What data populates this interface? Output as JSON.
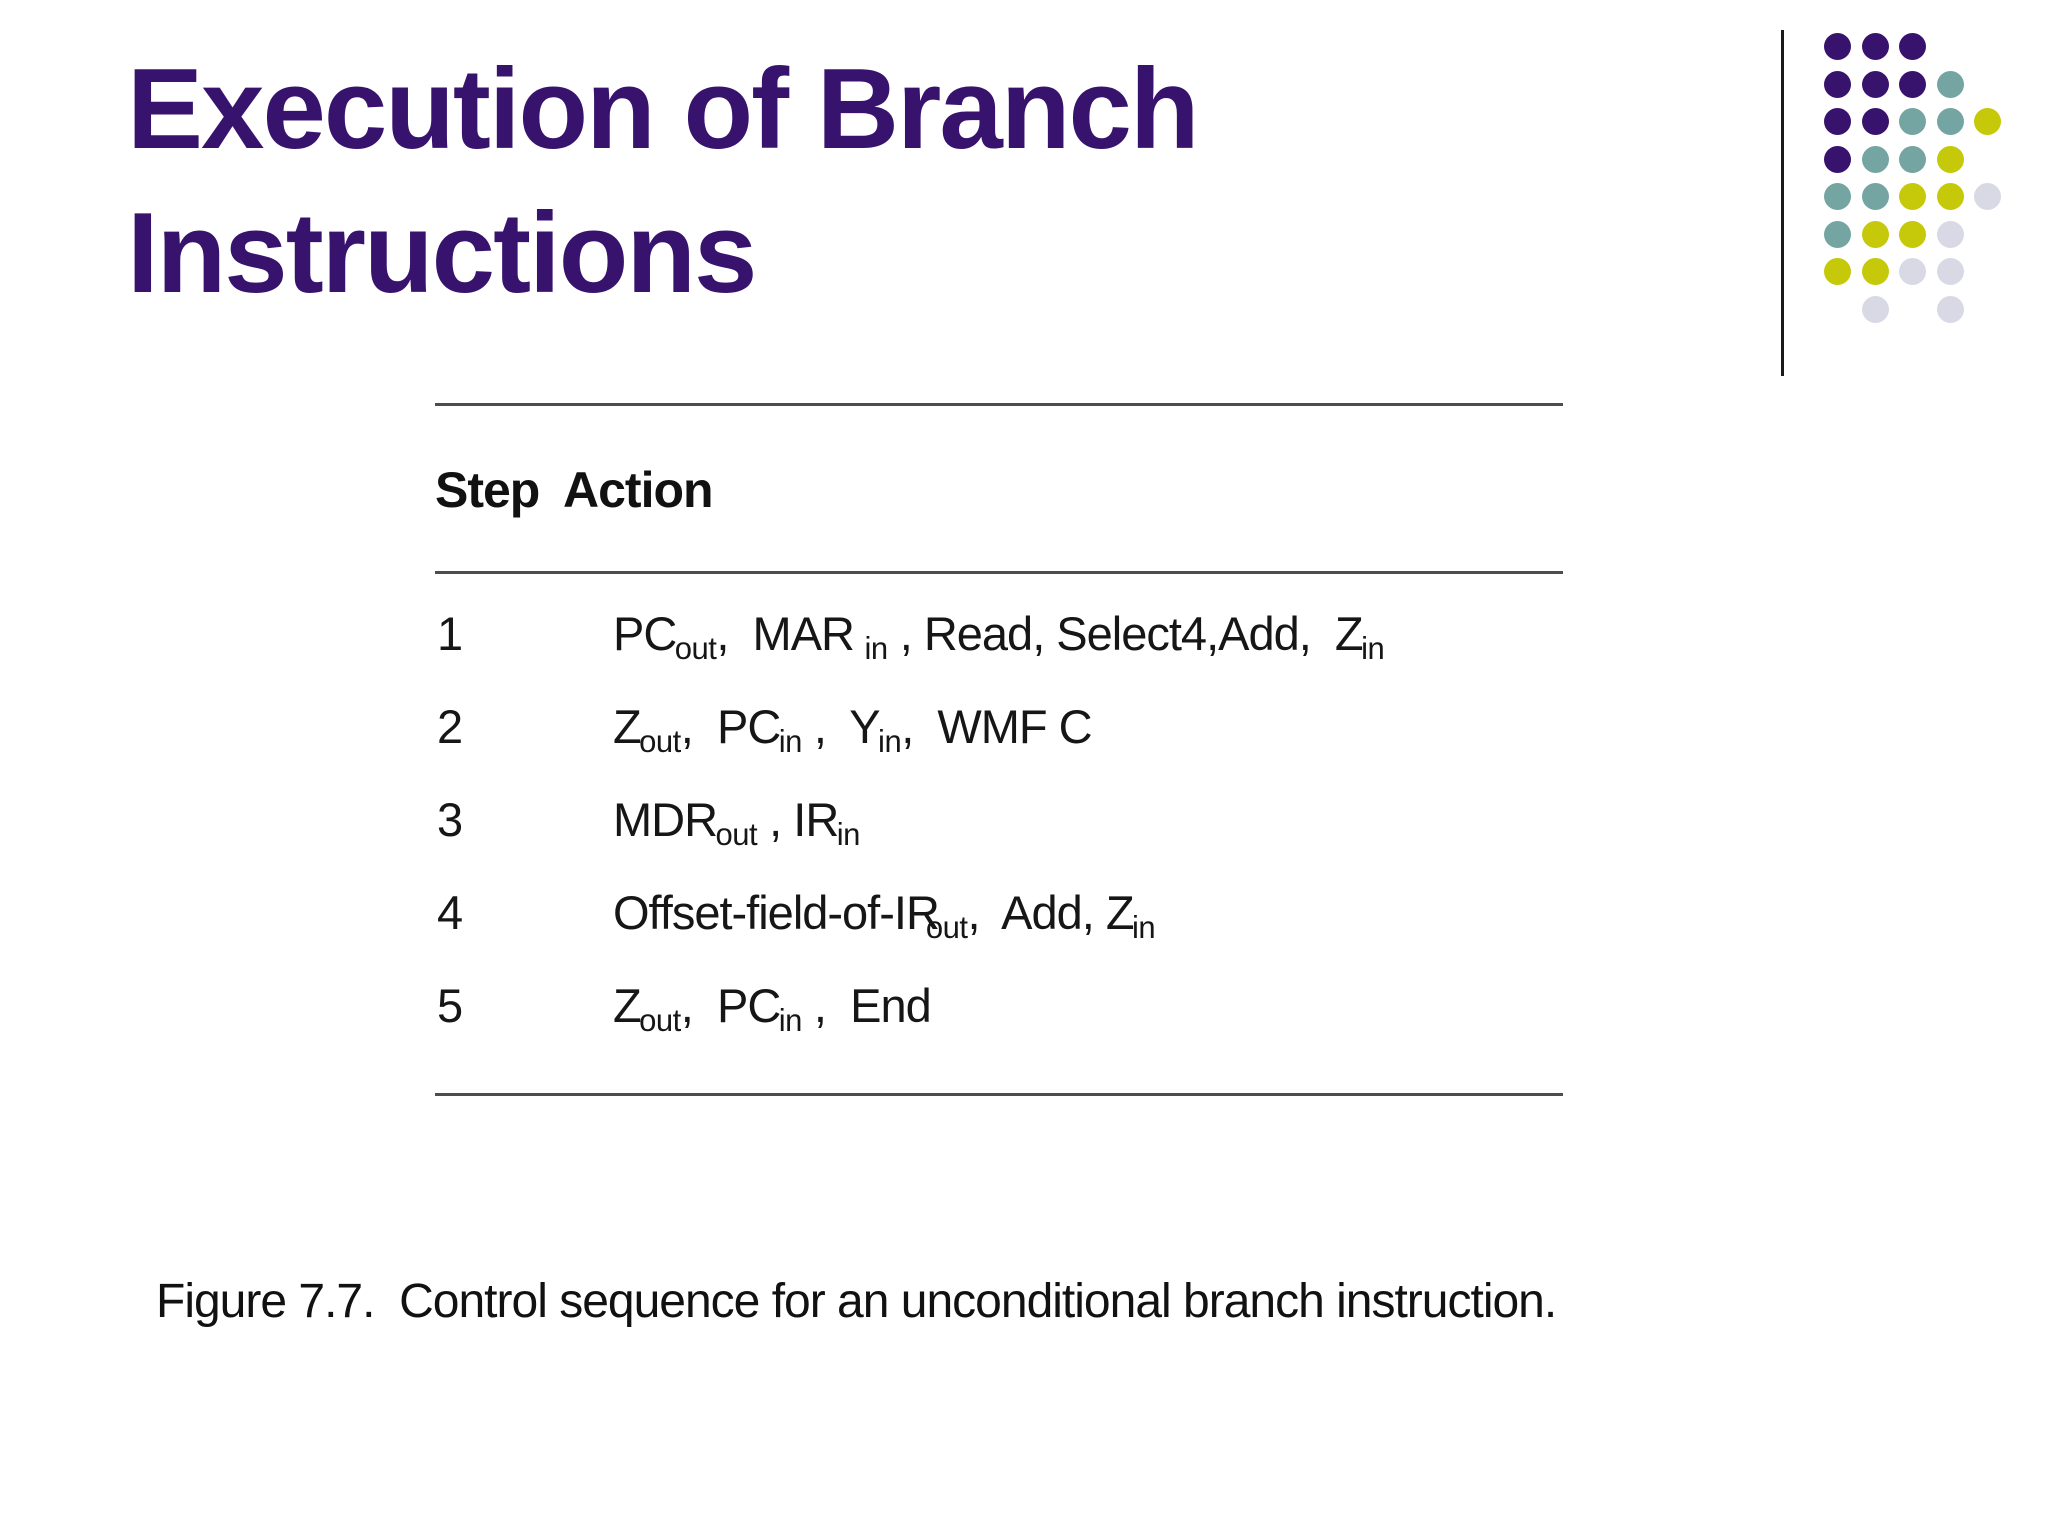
{
  "title": {
    "line1": "Execution of Branch",
    "line2": "Instructions"
  },
  "decoration": {
    "dot_pattern": [
      "PPP..",
      "PPPT.",
      "PPTTY",
      "PTTY.",
      "TTYYL",
      "TYYL.",
      "YYLL.",
      ".L.L."
    ],
    "palette": {
      "P": "#38136E",
      "T": "#74A5A2",
      "Y": "#C5C90A",
      "L": "#D9D9E6"
    }
  },
  "colors": {
    "title_purple": "#38136E",
    "rule_gray": "#4d4d4d",
    "text_black": "#161616"
  },
  "table": {
    "header": {
      "step": "Step",
      "action": "Action"
    },
    "rows": [
      {
        "step": "1",
        "segments": [
          {
            "t": "PC"
          },
          {
            "sub": "out"
          },
          {
            "t": ",  MAR "
          },
          {
            "sub": "in"
          },
          {
            "t": " , Read, Select4,Add,  Z"
          },
          {
            "sub": "in"
          }
        ]
      },
      {
        "step": "2",
        "segments": [
          {
            "t": "Z"
          },
          {
            "sub": "out"
          },
          {
            "t": ",  PC"
          },
          {
            "sub": "in"
          },
          {
            "t": " ,  Y"
          },
          {
            "sub": "in"
          },
          {
            "t": ",  WMF C"
          }
        ]
      },
      {
        "step": "3",
        "segments": [
          {
            "t": "MDR"
          },
          {
            "sub": "out"
          },
          {
            "t": " , IR"
          },
          {
            "sub": "in"
          }
        ]
      },
      {
        "step": "4",
        "segments": [
          {
            "t": "Offset-field-of-IR"
          },
          {
            "sub": "out",
            "overlap": true
          },
          {
            "t": ",  Add, Z"
          },
          {
            "sub": "in"
          }
        ]
      },
      {
        "step": "5",
        "segments": [
          {
            "t": "Z"
          },
          {
            "sub": "out"
          },
          {
            "t": ",  PC"
          },
          {
            "sub": "in"
          },
          {
            "t": " ,  End"
          }
        ]
      }
    ]
  },
  "caption": "Figure 7.7.  Control sequence for an unconditional branch instruction."
}
